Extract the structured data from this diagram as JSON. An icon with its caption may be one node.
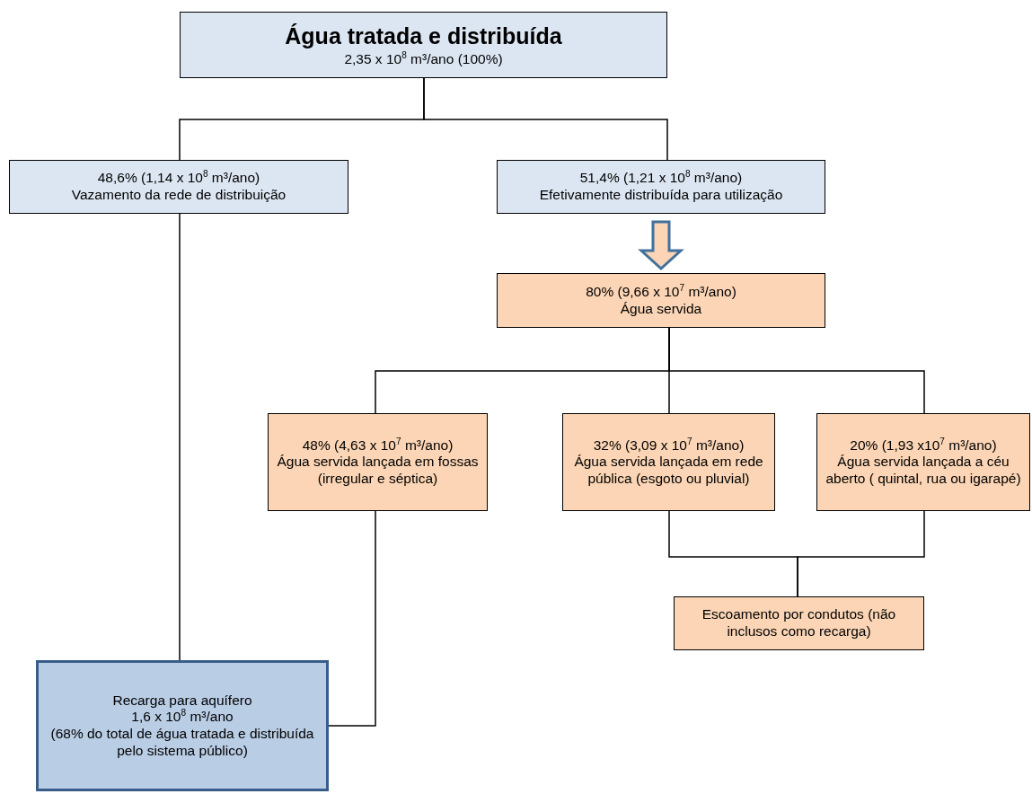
{
  "diagram": {
    "nodes": [
      {
        "text": [
          "Água tratada e distribuída",
          "2,35 x 10$^{8}$ m³/ano (100%)"
        ]
      },
      {
        "text": [
          "48,6% (1,14 x 10$^{8}$ m³/ano)",
          "Vazamento da rede de distribuição"
        ]
      },
      {
        "text": [
          "51,4% (1,21 x 10$^{8}$ m³/ano)",
          "Efetivamente distribuída para utilização"
        ]
      },
      {
        "text": [
          "80% (9,66 x 10$^{7}$ m³/ano)",
          "Água servida"
        ]
      },
      {
        "text": [
          "48% (4,63 x 10$^{7}$ m³/ano)",
          "Água servida lançada em fossas (irregular e séptica)"
        ]
      },
      {
        "text": [
          "32% (3,09 x 10$^{7}$ m³/ano)",
          "Água servida lançada em rede pública (esgoto ou pluvial)"
        ]
      },
      {
        "text": [
          "20% (1,93 x10$^{7}$ m³/ano)",
          "Água servida lançada a céu aberto ( quintal, rua ou igarapé)"
        ]
      },
      {
        "text": [
          "Escoamento por condutos (não inclusos como recarga)"
        ]
      },
      {
        "text": [
          "Recarga para aquífero",
          "1,6 x 10$^{8}$ m³/ano",
          "(68% do total de água tratada e distribuída pelo sistema público)"
        ]
      }
    ],
    "edges": [
      {
        "from": 0,
        "to": 1,
        "arrow": "none"
      },
      {
        "from": 0,
        "to": 2,
        "arrow": "none"
      },
      {
        "from": 2,
        "to": 3,
        "arrow": "to",
        "style": "thick",
        "color": "#41719c"
      },
      {
        "from": 3,
        "to": 4,
        "arrow": "none"
      },
      {
        "from": 3,
        "to": 5,
        "arrow": "none"
      },
      {
        "from": 3,
        "to": 6,
        "arrow": "none"
      },
      {
        "from": 5,
        "to": 7,
        "arrow": "none"
      },
      {
        "from": 6,
        "to": 7,
        "arrow": "none"
      },
      {
        "from": 1,
        "to": 8,
        "arrow": "none"
      },
      {
        "from": 4,
        "to": 8,
        "arrow": "none"
      }
    ]
  }
}
